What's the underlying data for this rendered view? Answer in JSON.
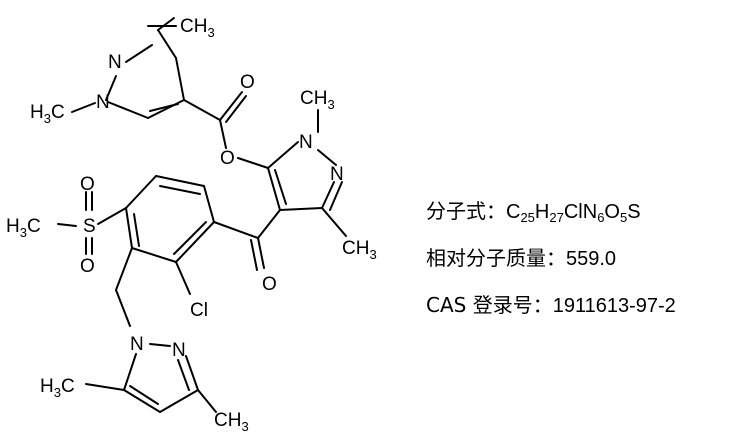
{
  "atoms": {
    "ch3_top": "CH",
    "ch3_top_sub": "3",
    "n_top": "N",
    "n_top2": "N",
    "h3c_left_top": "H",
    "h3c_left_top_sub": "3",
    "h3c_left_top_c": "C",
    "o_carbonyl_top": "O",
    "o_ester": "O",
    "n_right1": "N",
    "ch3_right_n": "CH",
    "ch3_right_n_sub": "3",
    "n_right2": "N",
    "ch3_right_c": "CH",
    "ch3_right_c_sub": "3",
    "o_ketone": "O",
    "s": "S",
    "o_s1": "O",
    "o_s2": "O",
    "h3c_s": "H",
    "h3c_s_sub": "3",
    "h3c_s_c": "C",
    "cl": "Cl",
    "n_bot1": "N",
    "n_bot2": "N",
    "h3c_bot": "H",
    "h3c_bot_sub": "3",
    "h3c_bot_c": "C",
    "ch3_bot": "CH",
    "ch3_bot_sub": "3"
  },
  "info": {
    "formula_label": "分子式：",
    "formula": {
      "C": "C",
      "C_n": "25",
      "H": "H",
      "H_n": "27",
      "Cl": "Cl",
      "N": "N",
      "N_n": "6",
      "O": "O",
      "O_n": "5",
      "S": "S"
    },
    "mw_label": "相对分子质量：",
    "mw_value": "559.0",
    "cas_label": "CAS 登录号：",
    "cas_value": "1911613-97-2"
  }
}
